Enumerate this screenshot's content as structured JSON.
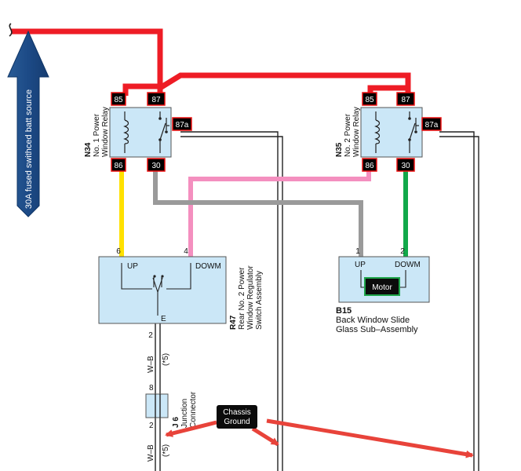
{
  "source_arrow": {
    "label": "30A fused swithced batt source"
  },
  "relay1": {
    "id": "N34",
    "line1": "No. 1 Power",
    "line2": "Window Relay",
    "pins": {
      "p85": "85",
      "p87": "87",
      "p87a": "87a",
      "p86": "86",
      "p30": "30"
    }
  },
  "relay2": {
    "id": "N35",
    "line1": "No. 2 Power",
    "line2": "Window Relay",
    "pins": {
      "p85": "85",
      "p87": "87",
      "p87a": "87a",
      "p86": "86",
      "p30": "30"
    }
  },
  "switch_assy": {
    "up": "UP",
    "down": "DOWM",
    "e": "E",
    "pin_left": "6",
    "pin_right": "4",
    "pin_bottom": "2",
    "id": "R47",
    "line1": "Rear No. 2 Power",
    "line2": "Window Regulator",
    "line3": "Switch Assembly"
  },
  "motor_assy": {
    "up": "UP",
    "down": "DOWM",
    "motor": "Motor",
    "pin_left": "1",
    "pin_right": "2",
    "id": "B15",
    "line1": "Back Window Slide",
    "line2": "Glass Sub–Assembly"
  },
  "wire": {
    "color_code": "W–B",
    "note": "(*5)",
    "pin_top": "2",
    "pin_8": "8",
    "pin_2b": "2"
  },
  "junction": {
    "id": "J 6",
    "line1": "Junction",
    "line2": "Connector"
  },
  "ground": {
    "line1": "Chassis",
    "line2": "Ground"
  },
  "colors": {
    "power": "#ee1c25",
    "yellow": "#ffe100",
    "pink": "#f48fbf",
    "gray": "#9a9a9a",
    "green": "#11a84a",
    "box": "#cbe7f7",
    "arrow": "#1b4e8c",
    "arrow_red": "#e8433a"
  }
}
